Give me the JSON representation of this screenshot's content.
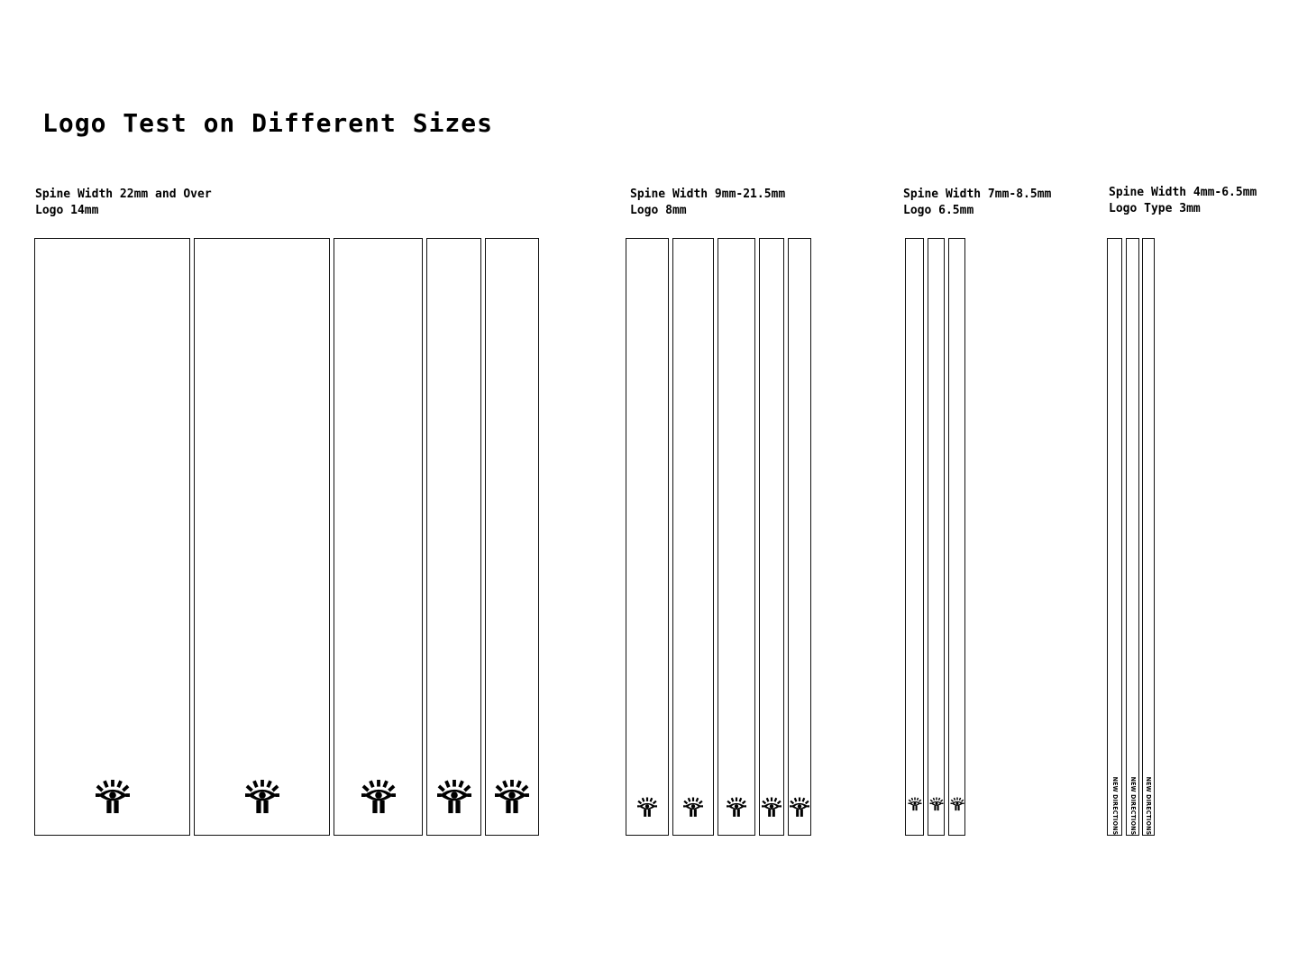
{
  "title": "Logo Test on Different Sizes",
  "groups": [
    {
      "line1": "Spine Width 22mm and Over",
      "line2": "Logo 14mm"
    },
    {
      "line1": "Spine Width 9mm-21.5mm",
      "line2": "Logo 8mm"
    },
    {
      "line1": "Spine Width 7mm-8.5mm",
      "line2": "Logo 6.5mm"
    },
    {
      "line1": "Spine Width 4mm-6.5mm",
      "line2": "Logo Type 3mm"
    }
  ],
  "logo_icon": "eye-figure-icon",
  "logo_type_text": "NEW DIRECTIONS",
  "colors": {
    "stroke": "#111111",
    "background": "#ffffff",
    "ink": "#000000"
  }
}
